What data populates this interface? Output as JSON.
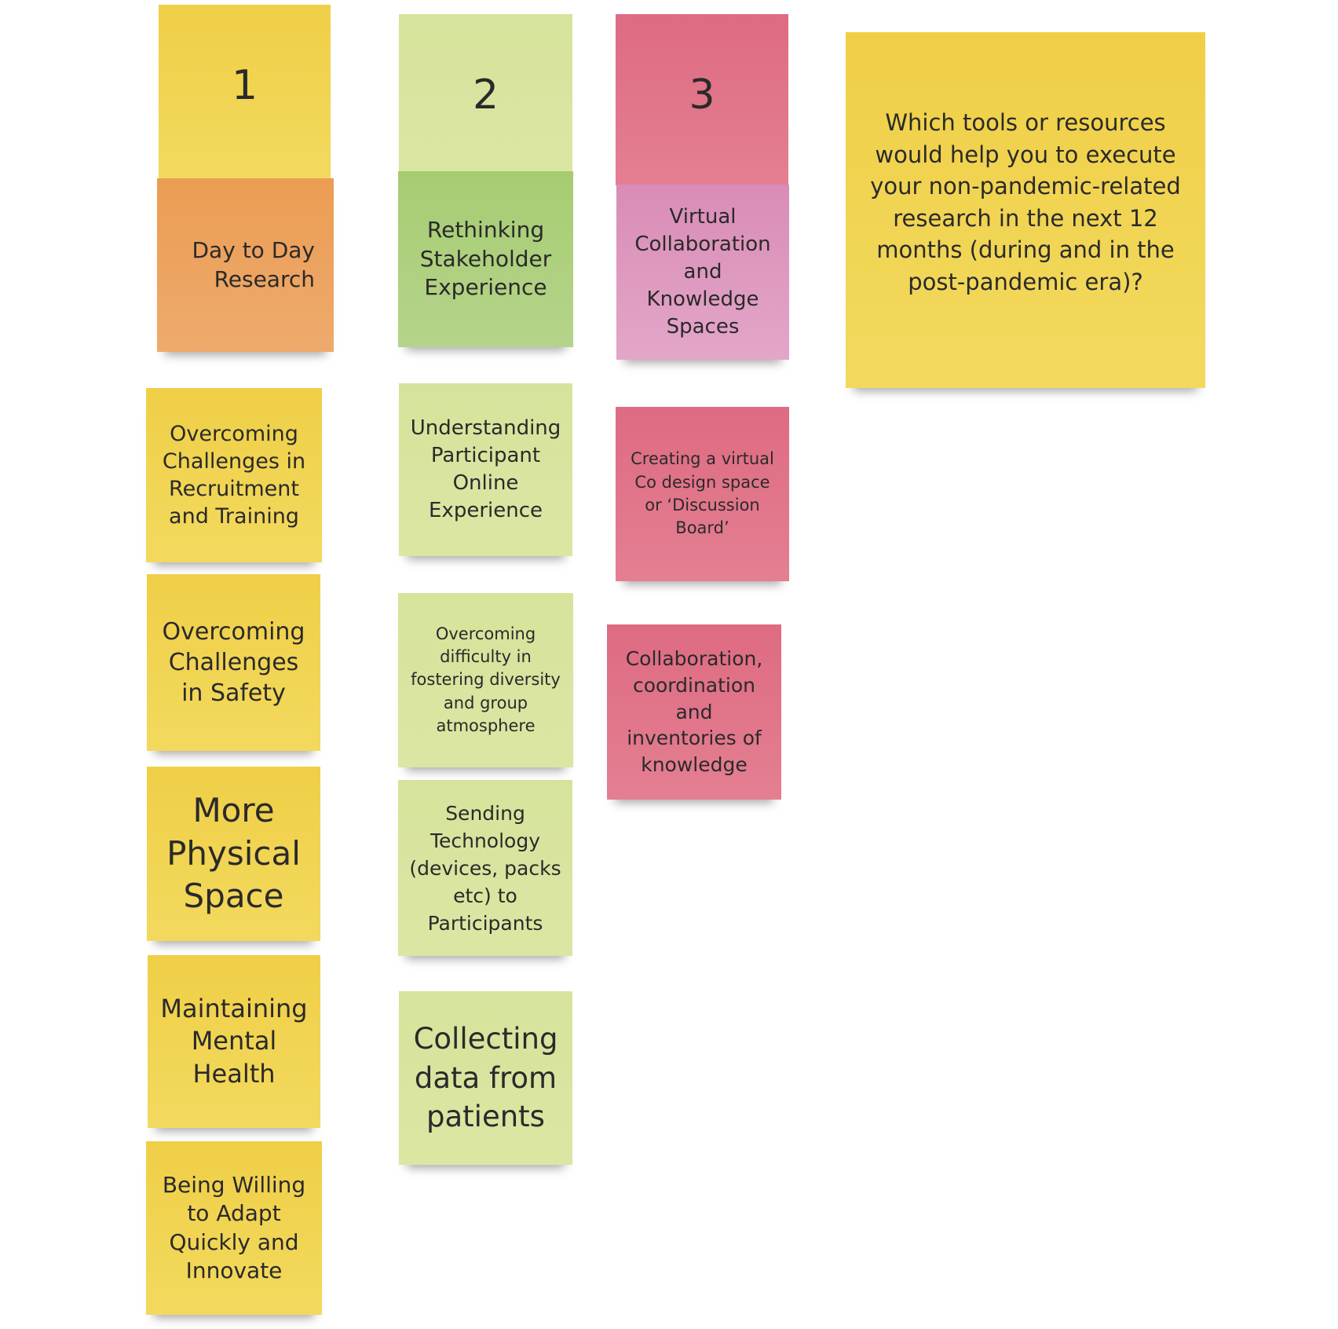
{
  "headers": [
    {
      "number": "1",
      "title": "Day to Day Research"
    },
    {
      "number": "2",
      "title": "Rethinking Stakeholder Experience"
    },
    {
      "number": "3",
      "title": "Virtual Collaboration and Knowledge Spaces"
    }
  ],
  "question": "Which tools or resources would help you to execute your non-pandemic-related research in the next 12 months (during and in the post-pandemic era)?",
  "column1": [
    "Overcoming Challenges in Recruitment and Training",
    "Overcoming Challenges in Safety",
    "More Physical Space",
    "Maintaining Mental Health",
    "Being Willing to Adapt Quickly and Innovate"
  ],
  "column2": [
    "Understanding Participant Online Experience",
    "Overcoming difficulty in fostering diversity and group atmosphere",
    "Sending Technology (devices, packs etc) to Participants",
    "Collecting data from patients"
  ],
  "column3": [
    "Creating a virtual Co design space or ‘Discussion Board’",
    "Collaboration, coordination and inventories of knowledge"
  ],
  "colors": {
    "yellow": "#f0cf47",
    "orange": "#eb9d52",
    "light_green": "#d6e39b",
    "green": "#a6cc72",
    "red": "#de6b82",
    "pink": "#d98cb6"
  }
}
